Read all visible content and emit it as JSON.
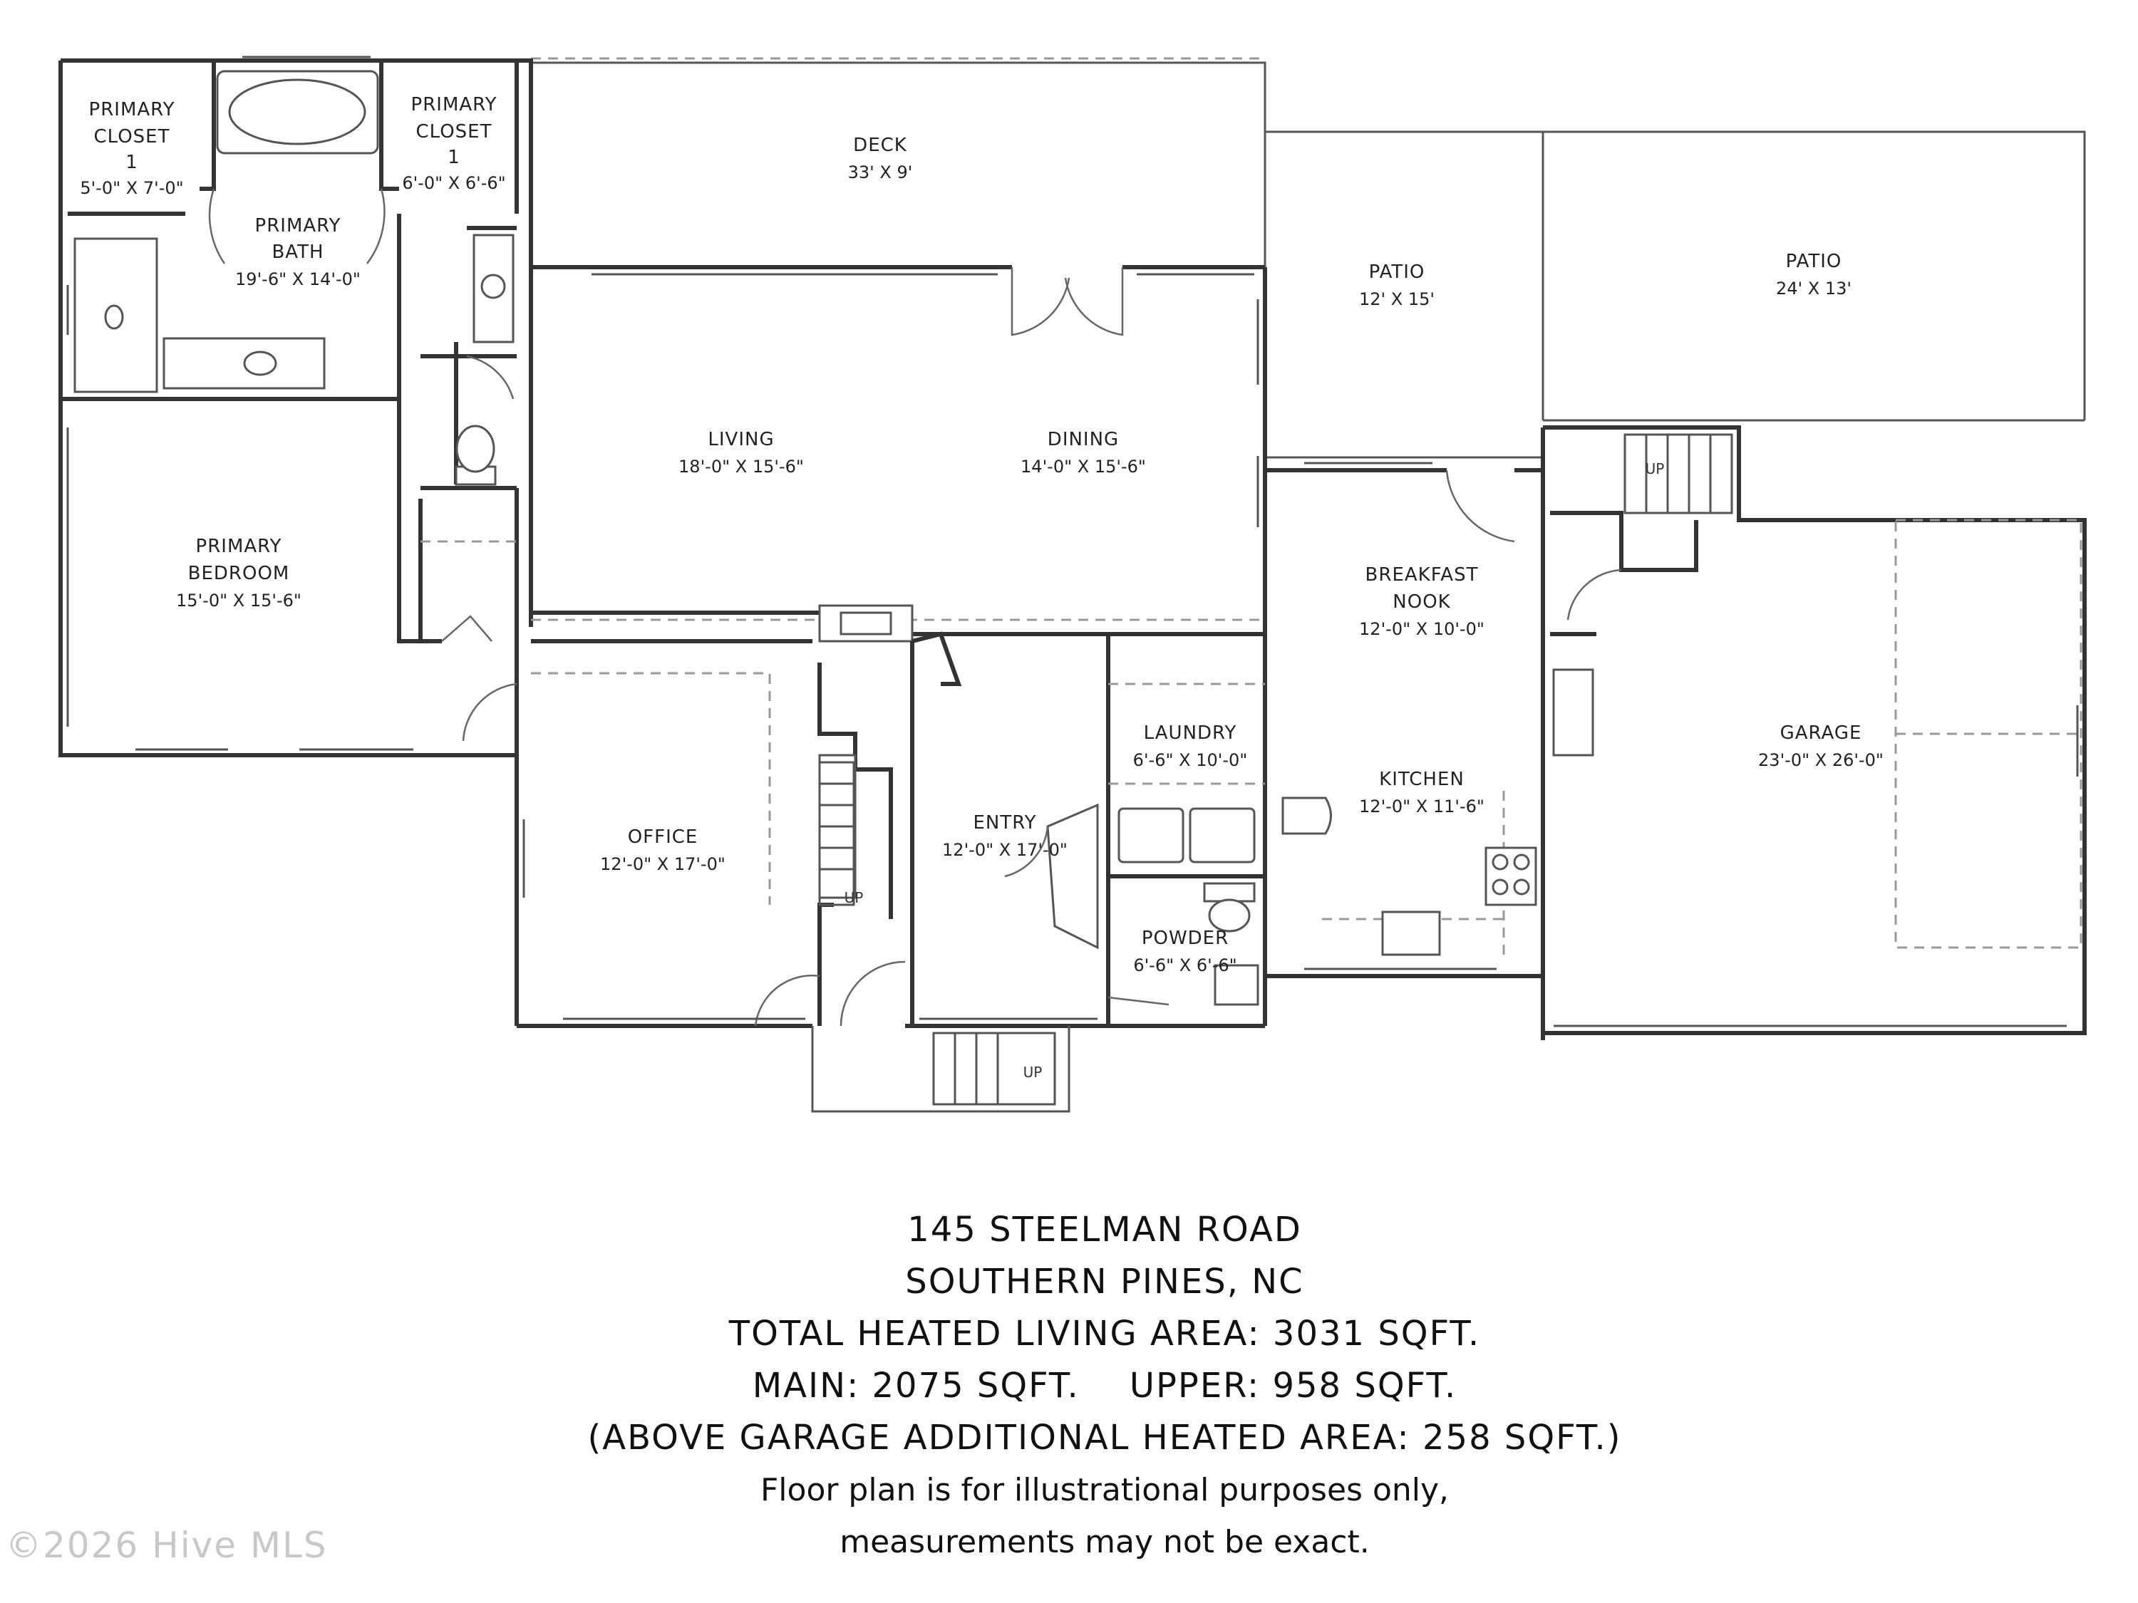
{
  "rooms": {
    "primary_closet_1a": {
      "name": [
        "PRIMARY",
        "CLOSET",
        "1"
      ],
      "dims": "5'-0\" X 7'-0\""
    },
    "primary_closet_1b": {
      "name": [
        "PRIMARY",
        "CLOSET",
        "1"
      ],
      "dims": "6'-0\" X 6'-6\""
    },
    "primary_bath": {
      "name": [
        "PRIMARY",
        "BATH"
      ],
      "dims": "19'-6\" X 14'-0\""
    },
    "deck": {
      "name": [
        "DECK"
      ],
      "dims": "33' X 9'"
    },
    "patio_small": {
      "name": [
        "PATIO"
      ],
      "dims": "12' X 15'"
    },
    "patio_large": {
      "name": [
        "PATIO"
      ],
      "dims": "24' X 13'"
    },
    "living": {
      "name": [
        "LIVING"
      ],
      "dims": "18'-0\" X 15'-6\""
    },
    "dining": {
      "name": [
        "DINING"
      ],
      "dims": "14'-0\" X 15'-6\""
    },
    "primary_bedroom": {
      "name": [
        "PRIMARY",
        "BEDROOM"
      ],
      "dims": "15'-0\" X 15'-6\""
    },
    "breakfast_nook": {
      "name": [
        "BREAKFAST",
        "NOOK"
      ],
      "dims": "12'-0\" X 10'-0\""
    },
    "laundry": {
      "name": [
        "LAUNDRY"
      ],
      "dims": "6'-6\" X 10'-0\""
    },
    "garage": {
      "name": [
        "GARAGE"
      ],
      "dims": "23'-0\" X 26'-0\""
    },
    "kitchen": {
      "name": [
        "KITCHEN"
      ],
      "dims": "12'-0\" X 11'-6\""
    },
    "office": {
      "name": [
        "OFFICE"
      ],
      "dims": "12'-0\" X 17'-0\""
    },
    "entry": {
      "name": [
        "ENTRY"
      ],
      "dims": "12'-0\" X 17'-0\""
    },
    "powder": {
      "name": [
        "POWDER"
      ],
      "dims": "6'-6\" X 6'-6\""
    }
  },
  "stair_label": "UP",
  "caption": {
    "address_line1": "145 STEELMAN ROAD",
    "address_line2": "SOUTHERN PINES, NC",
    "total_area": "TOTAL HEATED LIVING AREA: 3031 SQFT.",
    "main_area": "MAIN: 2075 SQFT.",
    "upper_area": "UPPER: 958 SQFT.",
    "garage_area": "(ABOVE GARAGE ADDITIONAL HEATED AREA: 258 SQFT.)",
    "disclaimer_line1": "Floor plan is for illustrational purposes only,",
    "disclaimer_line2": "measurements may not be exact."
  },
  "watermark": "©2026 Hive MLS"
}
